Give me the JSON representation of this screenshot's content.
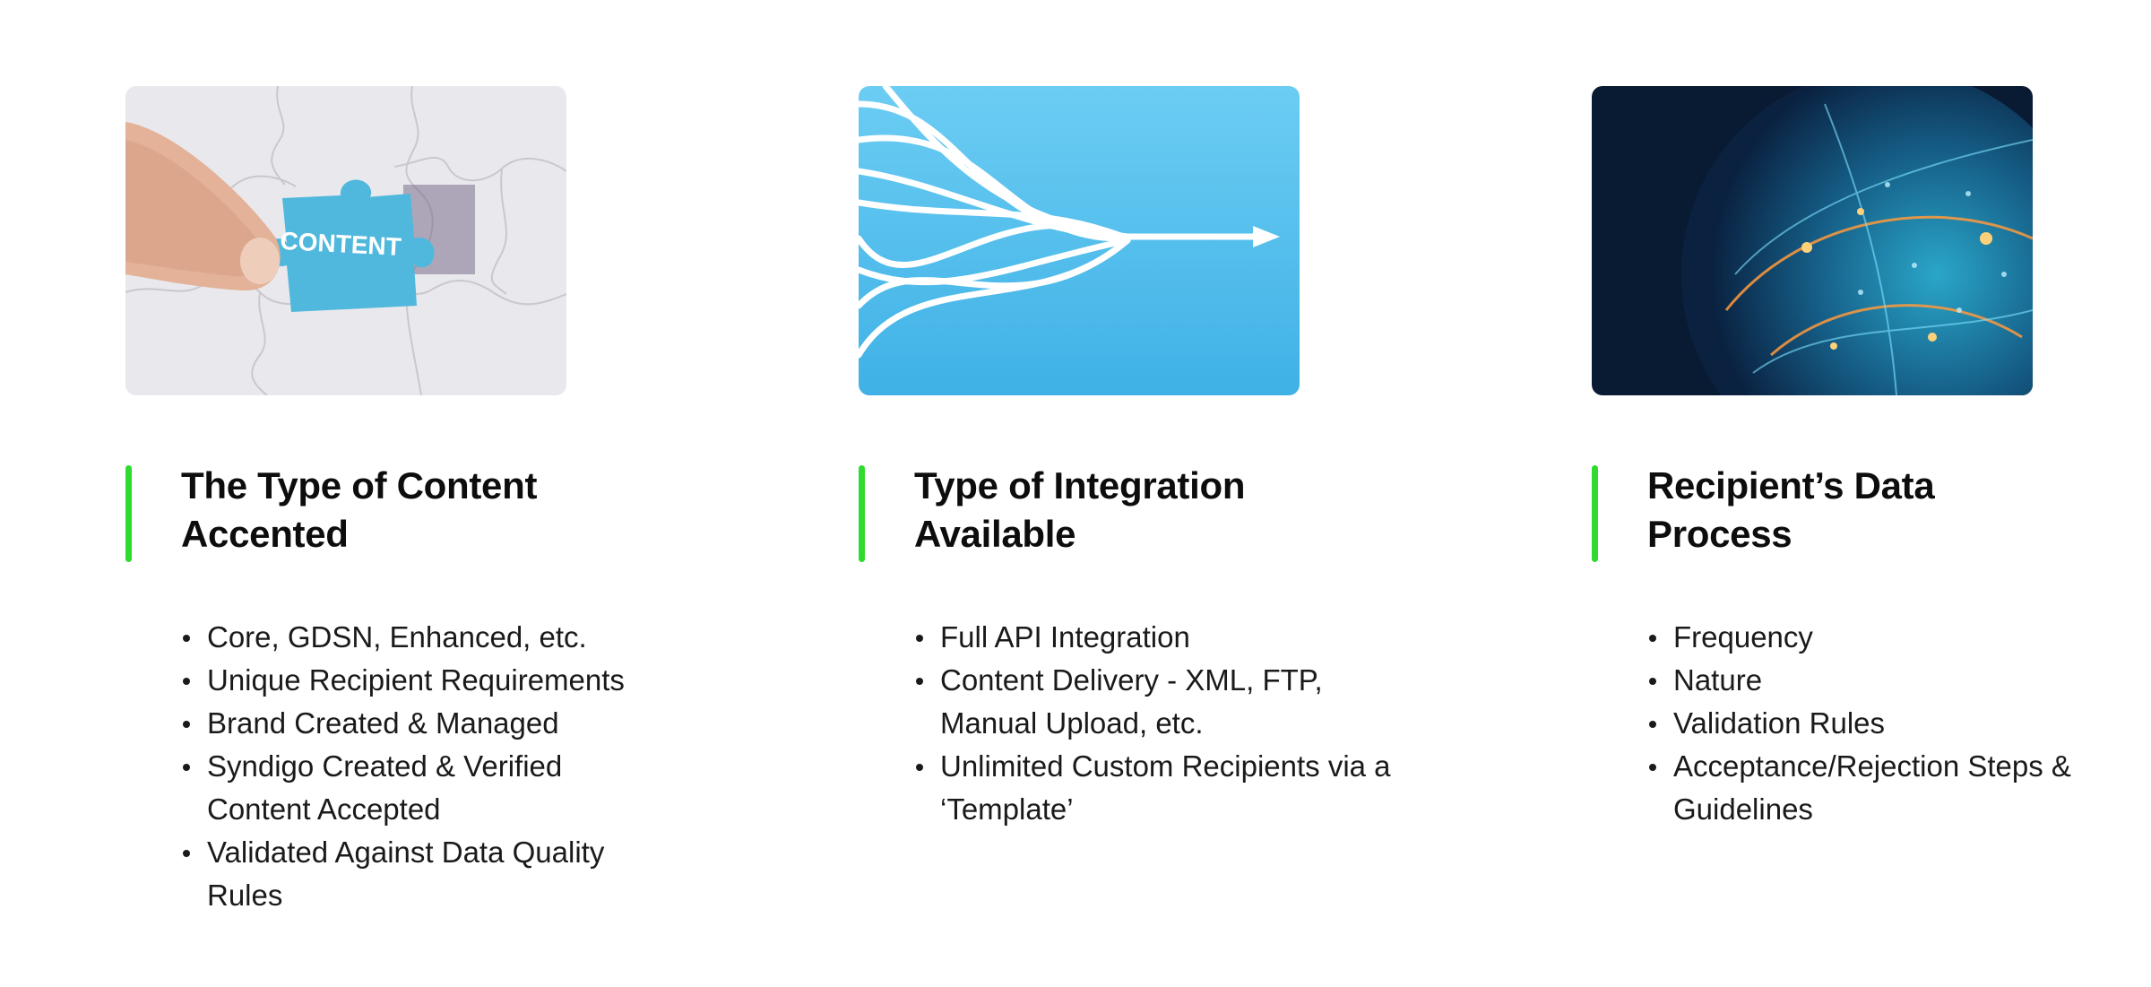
{
  "accent_color": "#2edb2e",
  "cards": [
    {
      "image_icon": "puzzle-content-image",
      "image_text": "CONTENT",
      "title_line1": "The Type of Content",
      "title_line2": "Accented",
      "bullets": [
        "Core, GDSN, Enhanced, etc.",
        "Unique Recipient Requirements",
        "Brand Created & Managed",
        "Syndigo Created & Verified Content Accepted",
        "Validated Against Data Quality Rules"
      ]
    },
    {
      "image_icon": "converging-arrows-image",
      "title_line1": "Type of Integration",
      "title_line2": "Available",
      "bullets": [
        "Full API Integration",
        "Content Delivery - XML, FTP, Manual Upload, etc.",
        "Unlimited Custom Recipients via a ‘Template’"
      ]
    },
    {
      "image_icon": "data-globe-image",
      "title_line1": "Recipient’s Data",
      "title_line2": "Process",
      "bullets": [
        "Frequency",
        "Nature",
        "Validation Rules",
        "Acceptance/Rejection Steps & Guidelines"
      ]
    }
  ]
}
